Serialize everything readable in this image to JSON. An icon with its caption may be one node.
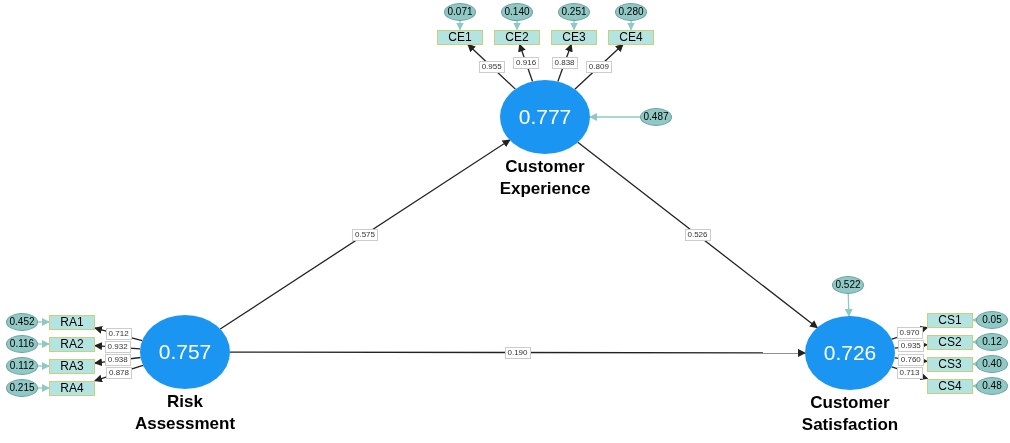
{
  "diagram": {
    "nodes": [
      {
        "text": [
          "0.071"
        ]
      },
      {
        "text": [
          "0.140"
        ]
      },
      {
        "text": [
          "0.251"
        ]
      },
      {
        "text": [
          "0.280"
        ]
      },
      {
        "text": [
          "CE1"
        ]
      },
      {
        "text": [
          "CE2"
        ]
      },
      {
        "text": [
          "CE3"
        ]
      },
      {
        "text": [
          "CE4"
        ]
      },
      {
        "text": [
          "0.777",
          "Customer Experience"
        ]
      },
      {
        "text": [
          "0.487"
        ]
      },
      {
        "text": [
          "0.522"
        ]
      },
      {
        "text": [
          "0.452"
        ]
      },
      {
        "text": [
          "RA1"
        ]
      },
      {
        "text": [
          "0.116"
        ]
      },
      {
        "text": [
          "RA2"
        ]
      },
      {
        "text": [
          "0.112"
        ]
      },
      {
        "text": [
          "RA3"
        ]
      },
      {
        "text": [
          "0.215"
        ]
      },
      {
        "text": [
          "RA4"
        ]
      },
      {
        "text": [
          "0.757",
          "Risk Assessment"
        ]
      },
      {
        "text": [
          "0.726",
          "Customer Satisfaction"
        ]
      },
      {
        "text": [
          "CS1"
        ]
      },
      {
        "text": [
          "0.05"
        ]
      },
      {
        "text": [
          "CS2"
        ]
      },
      {
        "text": [
          "0.12"
        ]
      },
      {
        "text": [
          "CS3"
        ]
      },
      {
        "text": [
          "0.40"
        ]
      },
      {
        "text": [
          "CS4"
        ]
      },
      {
        "text": [
          "0.48"
        ]
      }
    ],
    "edges": [
      {
        "from": 0,
        "to": 4,
        "arrow": "to",
        "color": "#8ec9c6"
      },
      {
        "from": 1,
        "to": 5,
        "arrow": "to",
        "color": "#8ec9c6"
      },
      {
        "from": 2,
        "to": 6,
        "arrow": "to",
        "color": "#8ec9c6"
      },
      {
        "from": 3,
        "to": 7,
        "arrow": "to",
        "color": "#8ec9c6"
      },
      {
        "from": 8,
        "to": 4,
        "arrow": "to",
        "label": "0.955"
      },
      {
        "from": 8,
        "to": 5,
        "arrow": "to",
        "label": "0.916"
      },
      {
        "from": 8,
        "to": 6,
        "arrow": "to",
        "label": "0.838"
      },
      {
        "from": 8,
        "to": 7,
        "arrow": "to",
        "label": "0.809"
      },
      {
        "from": 9,
        "to": 8,
        "arrow": "to",
        "color": "#8ec9c6"
      },
      {
        "from": 10,
        "to": 20,
        "arrow": "to",
        "color": "#8ec9c6"
      },
      {
        "from": 11,
        "to": 12,
        "arrow": "to",
        "color": "#8ec9c6"
      },
      {
        "from": 13,
        "to": 14,
        "arrow": "to",
        "color": "#8ec9c6"
      },
      {
        "from": 15,
        "to": 16,
        "arrow": "to",
        "color": "#8ec9c6"
      },
      {
        "from": 17,
        "to": 18,
        "arrow": "to",
        "color": "#8ec9c6"
      },
      {
        "from": 19,
        "to": 12,
        "arrow": "to",
        "label": "0.712"
      },
      {
        "from": 19,
        "to": 14,
        "arrow": "to",
        "label": "0.932"
      },
      {
        "from": 19,
        "to": 16,
        "arrow": "to",
        "label": "0.938"
      },
      {
        "from": 19,
        "to": 18,
        "arrow": "to",
        "label": "0.878"
      },
      {
        "from": 19,
        "to": 8,
        "arrow": "to",
        "label": "0.575"
      },
      {
        "from": 8,
        "to": 20,
        "arrow": "to",
        "label": "0.526"
      },
      {
        "from": 19,
        "to": 20,
        "arrow": "to",
        "label": "0.190"
      },
      {
        "from": 20,
        "to": 21,
        "arrow": "to",
        "label": "0.970"
      },
      {
        "from": 20,
        "to": 23,
        "arrow": "to",
        "label": "0.935"
      },
      {
        "from": 20,
        "to": 25,
        "arrow": "to",
        "label": "0.760"
      },
      {
        "from": 20,
        "to": 27,
        "arrow": "to",
        "label": "0.713"
      },
      {
        "from": 22,
        "to": 21,
        "arrow": "to",
        "color": "#8ec9c6"
      },
      {
        "from": 24,
        "to": 23,
        "arrow": "to",
        "color": "#8ec9c6"
      },
      {
        "from": 26,
        "to": 25,
        "arrow": "to",
        "color": "#8ec9c6"
      },
      {
        "from": 28,
        "to": 27,
        "arrow": "to",
        "color": "#8ec9c6"
      }
    ]
  }
}
